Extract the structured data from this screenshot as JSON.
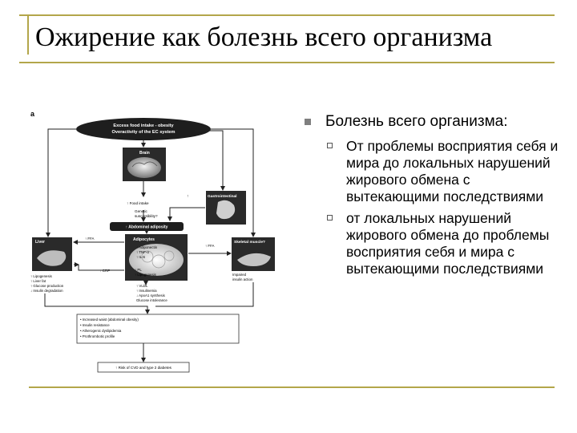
{
  "slide": {
    "title": "Ожирение как болезнь всего организма"
  },
  "figure": {
    "panel_letter": "a",
    "top_line1": "Excess food intake - obesity",
    "top_line2": "Overactivity of the EC system",
    "brain": "Brain",
    "food_intake": "↑ Food intake",
    "genetic1": "Genetic",
    "genetic2": "susceptibility?",
    "gi": "Gastrointestinal",
    "abdominal": "↑ Abdominal adiposity",
    "liver": "Liver",
    "ffa_left": "↑ FFA",
    "adipocytes": "Adipocytes",
    "adiponectin": "↓ Adiponectin",
    "tnf": "↑ TNF-α",
    "il6": "↑ IL-6",
    "crp": "↑ CRP",
    "pl": "↑ PL",
    "lipogenesis_adip": "↑ Lipogenesis",
    "ffa_right": "↑ FFA",
    "skeletal": "Skeletal muscle?",
    "impaired1": "Impaired",
    "impaired2": "insulin action",
    "liver_effects": [
      "↑ Lipogenesis",
      "↑ Liver fat",
      "↑ Glucose production",
      "↓ Insulin degradation"
    ],
    "metabolic": [
      "↑ VLDL",
      "↑ Insulinemia",
      "↓ ApoA1 synthesis",
      "Glucose intolerance"
    ],
    "outcomes": [
      "• Increased waist (abdominal obesity)",
      "• Insulin resistance",
      "• Atherogenic dyslipidemia",
      "• Prothrombotic profile"
    ],
    "risk": "↑ Risk of CVD and type 2 diabetes"
  },
  "bullets": {
    "main": "Болезнь всего организма:",
    "sub1": "От проблемы восприятия себя и мира до локальных нарушений жирового обмена с вытекающими последствиями",
    "sub2": "от локальных нарушений жирового обмена до проблемы восприятия себя и мира с вытекающими последствиями"
  },
  "colors": {
    "rule": "#b3a64a",
    "bullet_square": "#7f7f7f"
  }
}
